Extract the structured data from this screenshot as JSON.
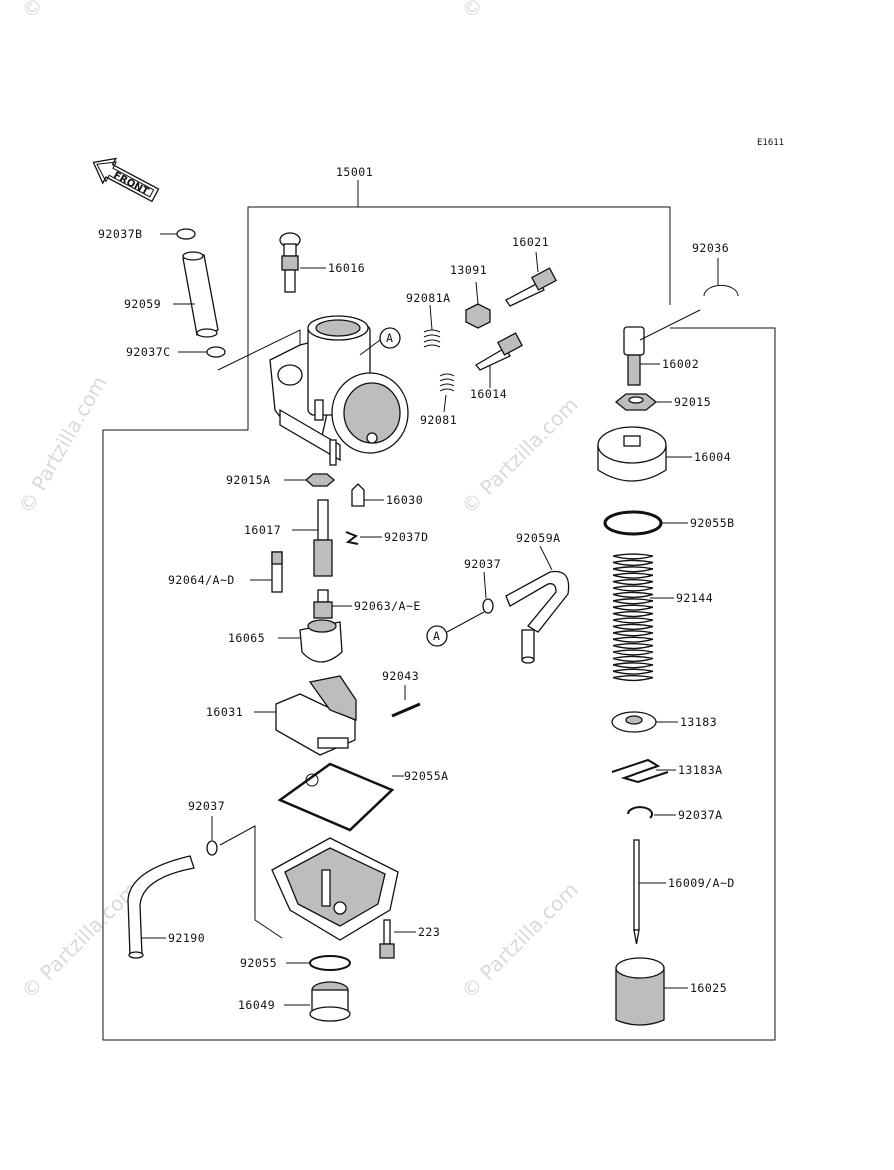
{
  "diagram_code": "E1611",
  "brand_watermark": "© Partzilla.com",
  "front_label": "FRONT",
  "callout_a": "A",
  "parts": {
    "p15001": "15001",
    "p92037B": "92037B",
    "p16016": "16016",
    "p16021": "16021",
    "p13091": "13091",
    "p92036": "92036",
    "p92059": "92059",
    "p92081A": "92081A",
    "p92037C": "92037C",
    "p16002": "16002",
    "p16014": "16014",
    "p92015": "92015",
    "p92081": "92081",
    "p16004": "16004",
    "p92015A": "92015A",
    "p16030": "16030",
    "p16017": "16017",
    "p92037D": "92037D",
    "p92055B": "92055B",
    "p92059A": "92059A",
    "p92064": "92064/A~D",
    "p92037_1": "92037",
    "p92144": "92144",
    "p92063": "92063/A~E",
    "p16065": "16065",
    "p92043": "92043",
    "p16031": "16031",
    "p13183": "13183",
    "p13183A": "13183A",
    "p92055A": "92055A",
    "p92037_2": "92037",
    "p92037A": "92037A",
    "p16009": "16009/A~D",
    "p92190": "92190",
    "p223": "223",
    "p92055": "92055",
    "p16049": "16049",
    "p16025": "16025"
  }
}
